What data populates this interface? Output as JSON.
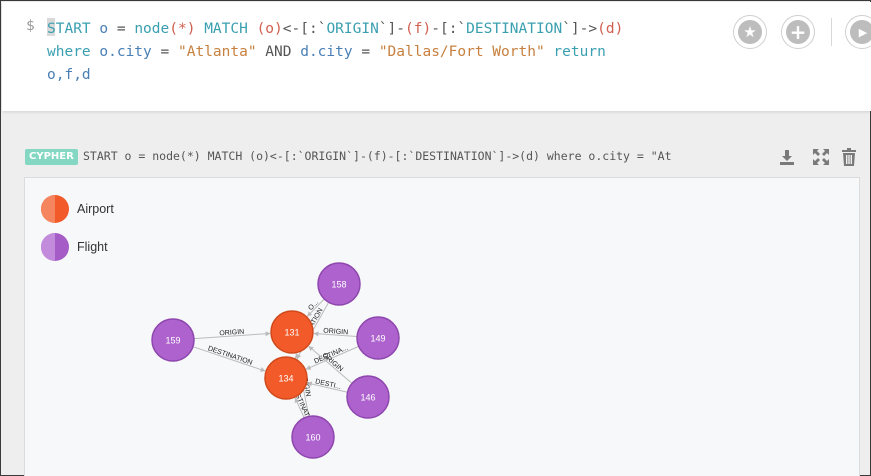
{
  "editor": {
    "prompt": "$",
    "code_lines": [
      [
        {
          "t": "START",
          "c": "kw"
        },
        {
          "t": " ",
          "c": "op"
        },
        {
          "t": "o",
          "c": "var"
        },
        {
          "t": " = ",
          "c": "op"
        },
        {
          "t": "node",
          "c": "fn"
        },
        {
          "t": "(*)",
          "c": "par"
        },
        {
          "t": " ",
          "c": "op"
        },
        {
          "t": "MATCH",
          "c": "kw"
        },
        {
          "t": " ",
          "c": "op"
        },
        {
          "t": "(o)",
          "c": "par"
        },
        {
          "t": "<-[:`",
          "c": "op"
        },
        {
          "t": "ORIGIN",
          "c": "fn"
        },
        {
          "t": "`]-",
          "c": "op"
        },
        {
          "t": "(f)",
          "c": "par"
        },
        {
          "t": "-[:`",
          "c": "op"
        },
        {
          "t": "DESTINATION",
          "c": "fn"
        },
        {
          "t": "`]->",
          "c": "op"
        },
        {
          "t": "(d)",
          "c": "par"
        }
      ],
      [
        {
          "t": "where",
          "c": "kw"
        },
        {
          "t": " ",
          "c": "op"
        },
        {
          "t": "o.city",
          "c": "var"
        },
        {
          "t": " = ",
          "c": "op"
        },
        {
          "t": "\"Atlanta\"",
          "c": "str"
        },
        {
          "t": " AND ",
          "c": "op"
        },
        {
          "t": "d.city",
          "c": "var"
        },
        {
          "t": " = ",
          "c": "op"
        },
        {
          "t": "\"Dallas/Fort Worth\"",
          "c": "str"
        },
        {
          "t": " ",
          "c": "op"
        },
        {
          "t": "return",
          "c": "kw"
        }
      ],
      [
        {
          "t": "o,f,d",
          "c": "var"
        }
      ]
    ],
    "buttons": [
      {
        "name": "favorite-button",
        "icon": "star-icon",
        "glyph": "★"
      },
      {
        "name": "add-button",
        "icon": "plus-icon",
        "glyph": "+"
      },
      {
        "name": "run-button",
        "icon": "play-icon",
        "glyph": "▶"
      }
    ]
  },
  "result": {
    "badge": "CYPHER",
    "summary": "START o = node(*) MATCH (o)<-[:`ORIGIN`]-(f)-[:`DESTINATION`]->(d) where o.city = \"At",
    "icons": [
      "download-icon",
      "expand-icon",
      "trash-icon"
    ]
  },
  "legend": [
    {
      "label": "Airport",
      "color": "#f25a29",
      "light": "#f4855e"
    },
    {
      "label": "Flight",
      "color": "#a55cc7",
      "light": "#c28bdb"
    }
  ],
  "graph": {
    "colors": {
      "airport": "#f25a29",
      "airport_stroke": "#d04a1c",
      "flight": "#ad62ce",
      "flight_stroke": "#8e47ad",
      "edge": "#bbbbbb"
    },
    "nodes": [
      {
        "id": "158",
        "type": "flight"
      },
      {
        "id": "159",
        "type": "flight"
      },
      {
        "id": "131",
        "type": "airport"
      },
      {
        "id": "149",
        "type": "flight"
      },
      {
        "id": "134",
        "type": "airport"
      },
      {
        "id": "146",
        "type": "flight"
      },
      {
        "id": "160",
        "type": "flight"
      }
    ],
    "edges": [
      {
        "from": "159",
        "to": "131",
        "label": "ORIGIN"
      },
      {
        "from": "159",
        "to": "134",
        "label": "DESTINATION"
      },
      {
        "from": "158",
        "to": "131",
        "label": "O..."
      },
      {
        "from": "158",
        "to": "134",
        "label": "DESTINATION"
      },
      {
        "from": "149",
        "to": "131",
        "label": "ORIGIN"
      },
      {
        "from": "149",
        "to": "134",
        "label": "DESTINA..."
      },
      {
        "from": "146",
        "to": "131",
        "label": "ORIGIN"
      },
      {
        "from": "146",
        "to": "134",
        "label": "DESTI..."
      },
      {
        "from": "160",
        "to": "131",
        "label": "ORIGIN"
      },
      {
        "from": "160",
        "to": "134",
        "label": "DESTINATION"
      }
    ]
  }
}
